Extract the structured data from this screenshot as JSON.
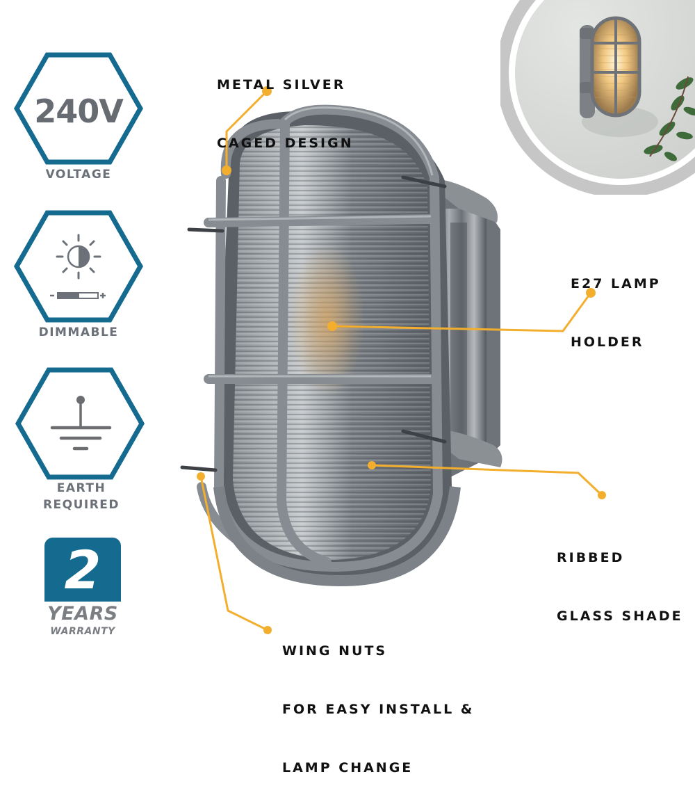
{
  "colors": {
    "badge_outline": "#156b8f",
    "badge_text": "#6b7079",
    "accent_callout": "#f3ae2d",
    "warranty_box": "#156b8f",
    "callout_text": "#111111",
    "photo_ring": "#c4c4c4"
  },
  "badges": [
    {
      "id": "voltage",
      "value": "240V",
      "label": "VOLTAGE",
      "icon": "voltage-text"
    },
    {
      "id": "dimmable",
      "label": "DIMMABLE",
      "icon": "dimmable-sun-icon"
    },
    {
      "id": "earth",
      "label_line1": "EARTH",
      "label_line2": "REQUIRED",
      "icon": "earth-ground-icon"
    }
  ],
  "warranty": {
    "number": "2",
    "years": "YEARS",
    "label": "WARRANTY"
  },
  "callouts": [
    {
      "id": "cage",
      "line1": "METAL SILVER",
      "line2": "CAGED DESIGN"
    },
    {
      "id": "holder",
      "line1": "E27 LAMP",
      "line2": "HOLDER"
    },
    {
      "id": "shade",
      "line1": "RIBBED",
      "line2": "GLASS SHADE"
    },
    {
      "id": "wingnuts",
      "line1": "WING NUTS",
      "line2": "FOR EASY INSTALL &",
      "line3": "LAMP CHANGE"
    }
  ],
  "images": {
    "product": "silver-caged-bulkhead-wall-light",
    "lifestyle": "wall-light-mounted-lit-with-plant"
  }
}
